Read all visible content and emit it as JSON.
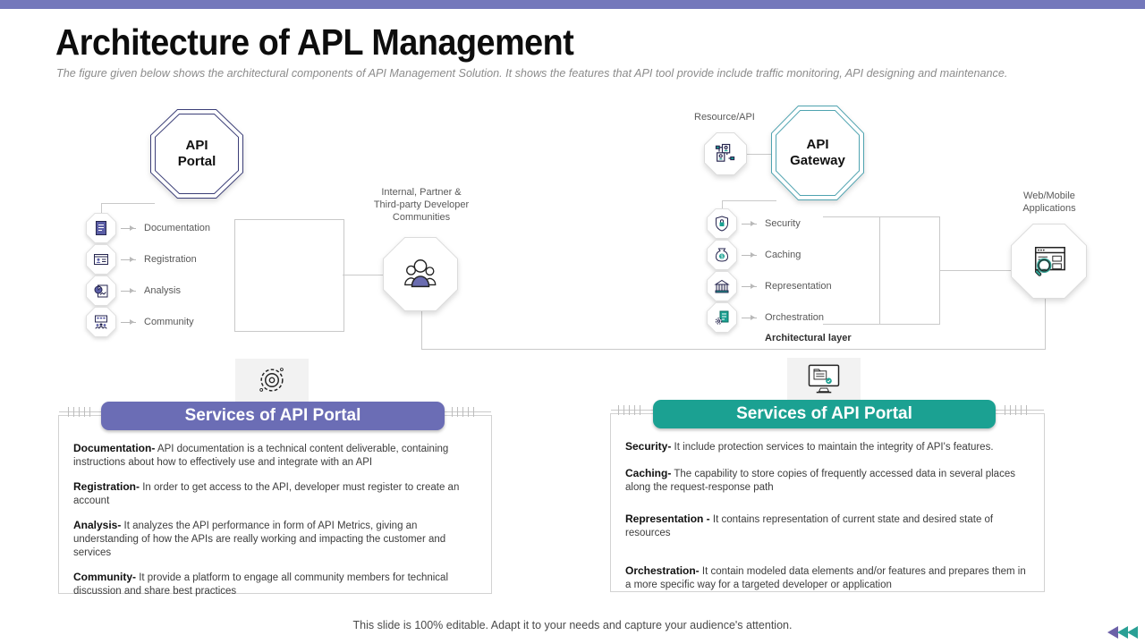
{
  "slide": {
    "title": "Architecture of APL Management",
    "subtitle": "The figure given below shows the architectural components of API Management Solution. It shows the features that API tool provide include traffic monitoring, API designing and maintenance.",
    "footer": "This slide is 100% editable. Adapt it to your needs and capture your audience's attention."
  },
  "colors": {
    "topbar": "#7478bb",
    "portal_octagon": "#3c3f78",
    "gateway_octagon": "#4fa3b0",
    "accent_purple": "#6b6db5",
    "accent_teal": "#1ba192"
  },
  "diagram": {
    "api_portal": {
      "line1": "API",
      "line2": "Portal"
    },
    "api_gateway": {
      "line1": "API",
      "line2": "Gateway"
    },
    "communities_label": "Internal, Partner &\nThird-party Developer\nCommunities",
    "resource_label": "Resource/API",
    "webmobile_label": "Web/Mobile\nApplications",
    "architectural_layer_label": "Architectural layer",
    "portal_items": [
      {
        "label": "Documentation"
      },
      {
        "label": "Registration"
      },
      {
        "label": "Analysis"
      },
      {
        "label": "Community"
      }
    ],
    "gateway_items": [
      {
        "label": "Security"
      },
      {
        "label": "Caching"
      },
      {
        "label": "Representation"
      },
      {
        "label": "Orchestration"
      }
    ]
  },
  "services_left": {
    "header": "Services of API Portal",
    "items": [
      {
        "term": "Documentation-",
        "desc": " API documentation is a technical content deliverable, containing instructions about how to effectively use and integrate with an API"
      },
      {
        "term": "Registration-",
        "desc": " In order to get access to the API, developer must register to create an account"
      },
      {
        "term": "Analysis-",
        "desc": " It analyzes the API performance in form of API Metrics, giving an understanding of how the APIs are really working and impacting the customer and services"
      },
      {
        "term": "Community-",
        "desc": " It provide a platform to engage all community members for technical discussion and share best practices"
      }
    ]
  },
  "services_right": {
    "header": "Services of API Portal",
    "items": [
      {
        "term": "Security-",
        "desc": " It include protection services to maintain the integrity of API's features."
      },
      {
        "term": "Caching-",
        "desc": " The capability to store copies of frequently accessed data in several places along the request-response path"
      },
      {
        "term": "Representation -",
        "desc": " It contains representation of current state and desired state of resources"
      },
      {
        "term": "Orchestration-",
        "desc": " It contain modeled data elements and/or features and prepares them in a more specific way for a targeted developer or application"
      }
    ]
  }
}
